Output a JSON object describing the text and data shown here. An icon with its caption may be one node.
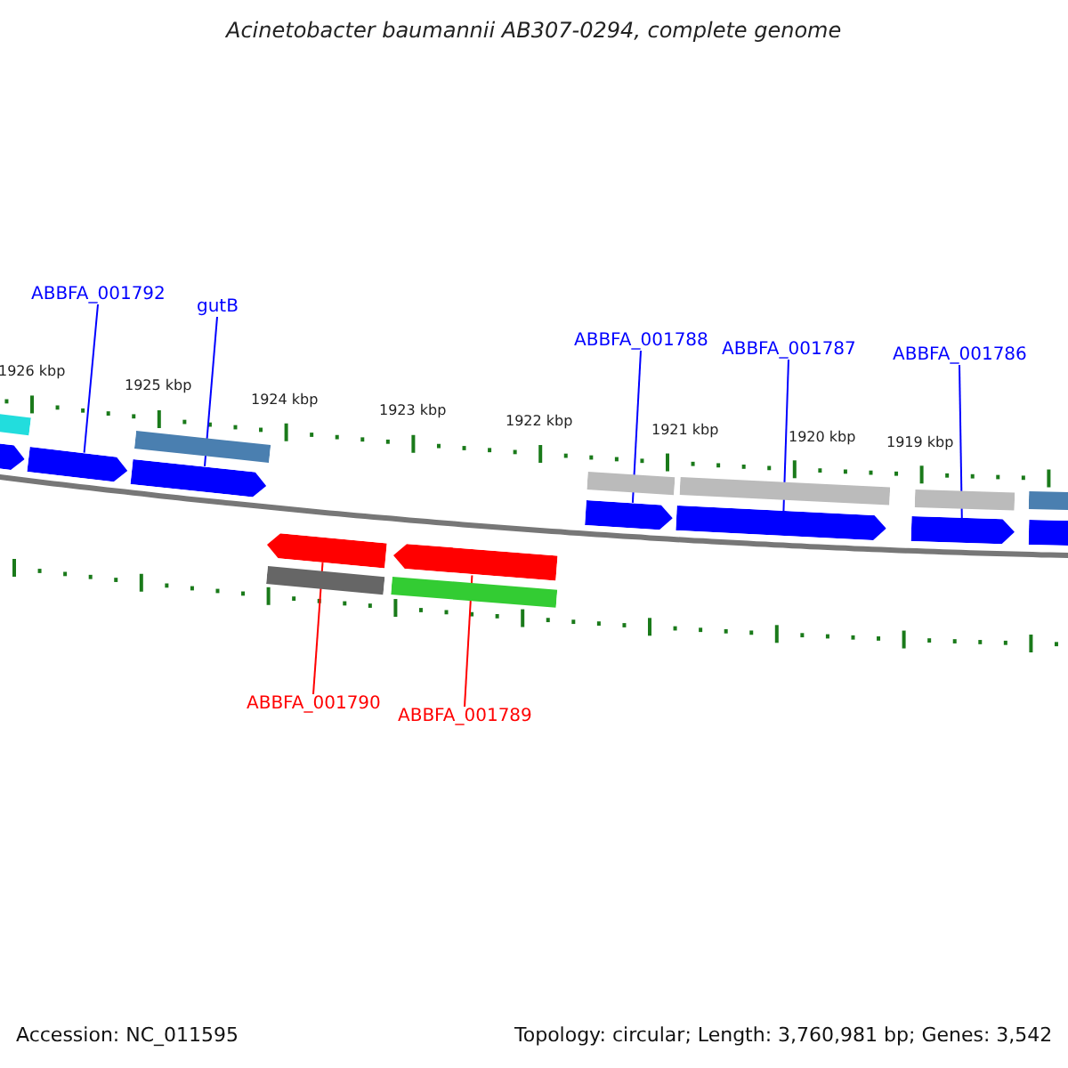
{
  "diagram": {
    "title": "Acinetobacter baumannii AB307-0294, complete genome",
    "nodes": [
      {
        "text": [
          "ABBFA_001792"
        ]
      },
      {
        "text": [
          "gutB"
        ]
      },
      {
        "text": [
          "ABBFA_001788"
        ]
      },
      {
        "text": [
          "ABBFA_001787"
        ]
      },
      {
        "text": [
          "ABBFA_001786"
        ]
      },
      {
        "text": [],
        "shape": "pentagon"
      },
      {
        "text": [],
        "shape": "pentagon"
      },
      {
        "text": [],
        "shape": "pentagon"
      },
      {
        "text": [],
        "shape": "pentagon"
      },
      {
        "text": [],
        "shape": "pentagon"
      },
      {
        "text": [],
        "shape": "pentagon"
      },
      {
        "text": [],
        "shape": "pentagon"
      },
      {
        "text": [],
        "shape": "pentagon"
      },
      {
        "text": [],
        "shape": "pentagon"
      },
      {
        "text": [
          "ABBFA_001790"
        ]
      },
      {
        "text": [
          "ABBFA_001789"
        ]
      },
      {
        "text": [],
        "shape": "bar"
      },
      {
        "text": [],
        "shape": "bar"
      },
      {
        "text": [],
        "shape": "bar"
      },
      {
        "text": [],
        "shape": "bar"
      },
      {
        "text": [],
        "shape": "bar"
      },
      {
        "text": [],
        "shape": "bar"
      },
      {
        "text": [],
        "shape": "bar"
      },
      {
        "text": [],
        "shape": "bar"
      }
    ],
    "edges": [
      {
        "from": 0,
        "to": 6,
        "arrow": "none"
      },
      {
        "from": 1,
        "to": 7,
        "arrow": "none"
      },
      {
        "from": 2,
        "to": 10,
        "arrow": "none"
      },
      {
        "from": 3,
        "to": 11,
        "arrow": "none"
      },
      {
        "from": 4,
        "to": 12,
        "arrow": "none"
      },
      {
        "from": 14,
        "to": 8,
        "arrow": "none",
        "color": "#ff0000"
      },
      {
        "from": 15,
        "to": 9,
        "arrow": "none",
        "color": "#ff0000"
      }
    ],
    "labels": [
      "1926 kbp",
      "1925 kbp",
      "1924 kbp",
      "1923 kbp",
      "1922 kbp",
      "1921 kbp",
      "1920 kbp",
      "1919 kbp",
      "Accession: NC_011595",
      "Topology: circular; Length: 3,760,981 bp; Genes: 3,542"
    ]
  }
}
